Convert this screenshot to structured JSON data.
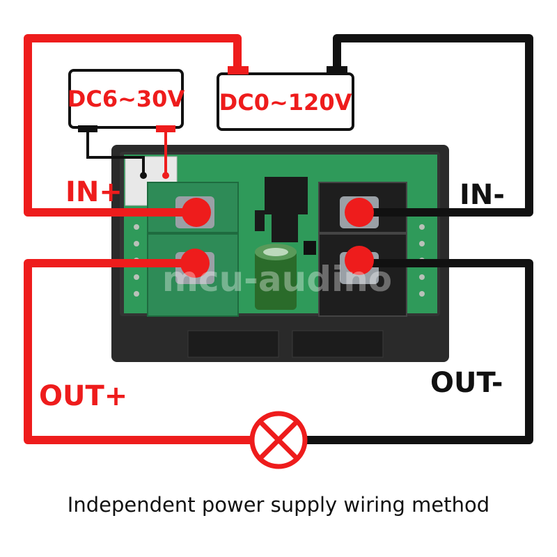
{
  "supply_labels": {
    "aux_supply": "DC6~30V",
    "main_supply": "DC0~120V"
  },
  "terminal_labels": {
    "in_plus": "IN+",
    "in_minus": "IN-",
    "out_plus": "OUT+",
    "out_minus": "OUT-"
  },
  "watermark": "mcu-audino",
  "caption": "Independent power supply wiring method",
  "colors": {
    "positive_wire": "#ee1c1c",
    "negative_wire": "#111111",
    "pcb": "#2f9a5a",
    "terminal_block": "#2e8b57",
    "enclosure": "#2a2a2a",
    "load_symbol": "#ee1c1c"
  },
  "icons": {
    "load": "lamp-icon",
    "terminal_screw": "screw-icon"
  }
}
